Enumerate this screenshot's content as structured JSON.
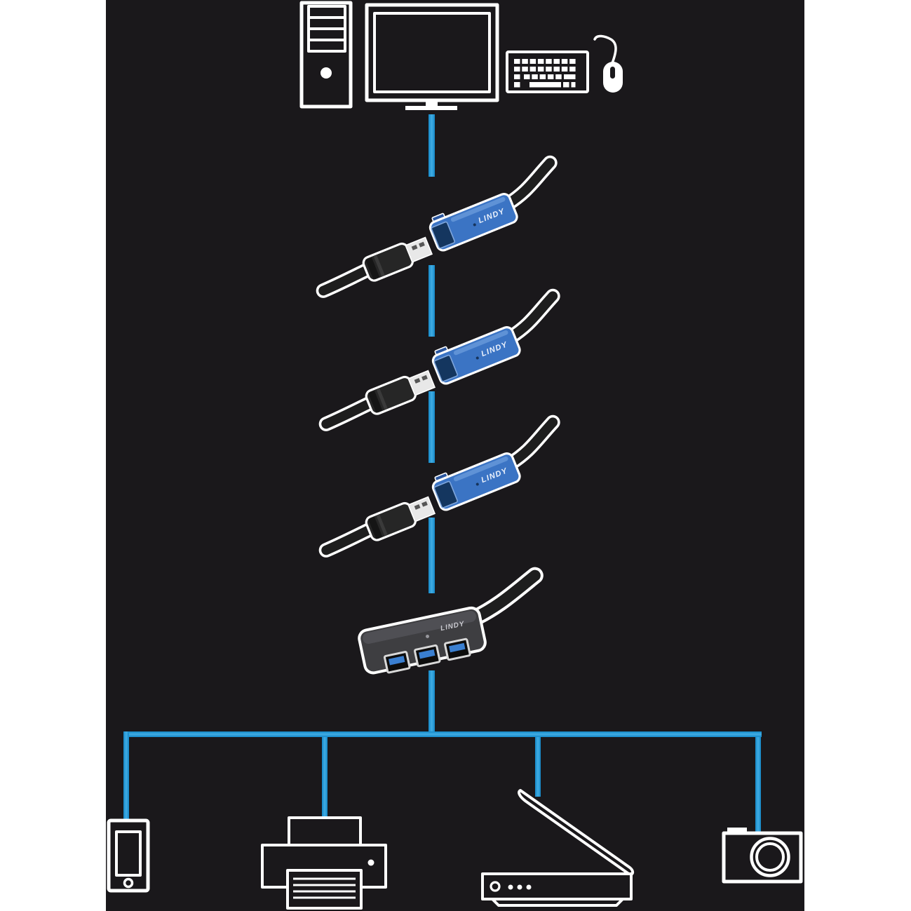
{
  "brand": {
    "label": "LINDY"
  },
  "colors": {
    "background": "#FFFFFF",
    "panel": "#1A181B",
    "connection_blue": "#2199D6",
    "extension_body_blue": "#3B74C4",
    "usb3_port_blue": "#3A7FD0",
    "icon_white": "#FFFFFF"
  },
  "diagram": {
    "host_icons": [
      {
        "name": "desktop-tower"
      },
      {
        "name": "monitor"
      },
      {
        "name": "keyboard"
      },
      {
        "name": "mouse"
      }
    ],
    "chain_items": [
      {
        "name": "usb-extension-cable-1",
        "label": "LINDY"
      },
      {
        "name": "usb-extension-cable-2",
        "label": "LINDY"
      },
      {
        "name": "usb-extension-cable-3",
        "label": "LINDY"
      },
      {
        "name": "usb-hub",
        "label": "LINDY",
        "visible_ports": 3
      }
    ],
    "peripheral_icons": [
      {
        "name": "smartphone"
      },
      {
        "name": "printer"
      },
      {
        "name": "flatbed-scanner"
      },
      {
        "name": "camera"
      }
    ]
  }
}
